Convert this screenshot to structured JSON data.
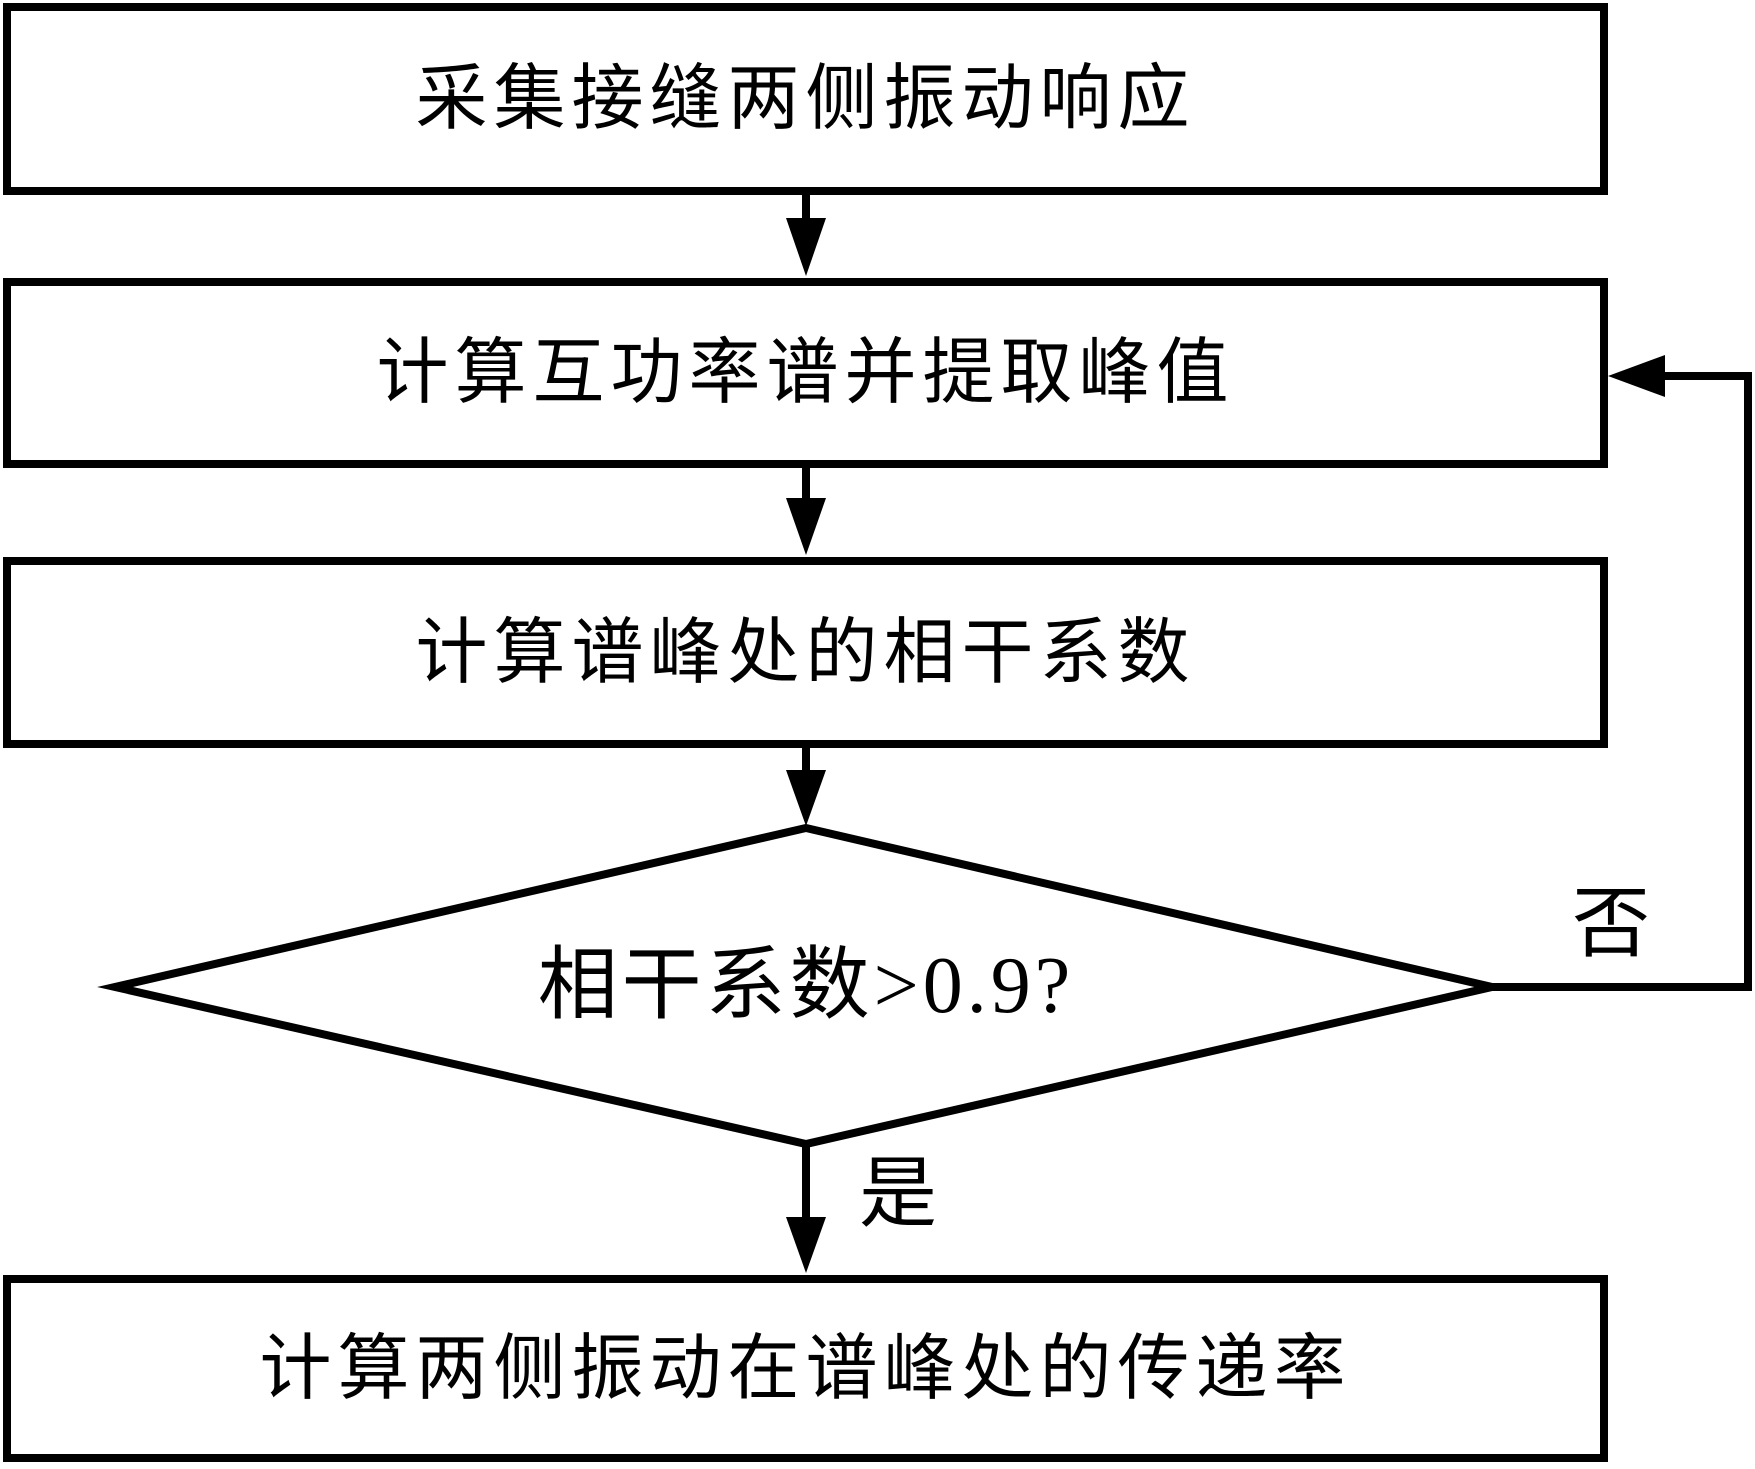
{
  "flowchart": {
    "nodes": [
      {
        "id": "collect",
        "type": "process",
        "label": "采集接缝两侧振动响应"
      },
      {
        "id": "cross-spectrum",
        "type": "process",
        "label": "计算互功率谱并提取峰值"
      },
      {
        "id": "coherence",
        "type": "process",
        "label": "计算谱峰处的相干系数"
      },
      {
        "id": "decision",
        "type": "decision",
        "label": "相干系数>0.9?"
      },
      {
        "id": "transmissibility",
        "type": "process",
        "label": "计算两侧振动在谱峰处的传递率"
      }
    ],
    "branch_labels": {
      "no": "否",
      "yes": "是"
    },
    "edges": [
      {
        "from": "collect",
        "to": "cross-spectrum",
        "label": ""
      },
      {
        "from": "cross-spectrum",
        "to": "coherence",
        "label": ""
      },
      {
        "from": "coherence",
        "to": "decision",
        "label": ""
      },
      {
        "from": "decision",
        "to": "transmissibility",
        "label": "是"
      },
      {
        "from": "decision",
        "to": "cross-spectrum",
        "label": "否"
      }
    ],
    "colors": {
      "stroke": "#000000",
      "background": "#ffffff"
    }
  }
}
